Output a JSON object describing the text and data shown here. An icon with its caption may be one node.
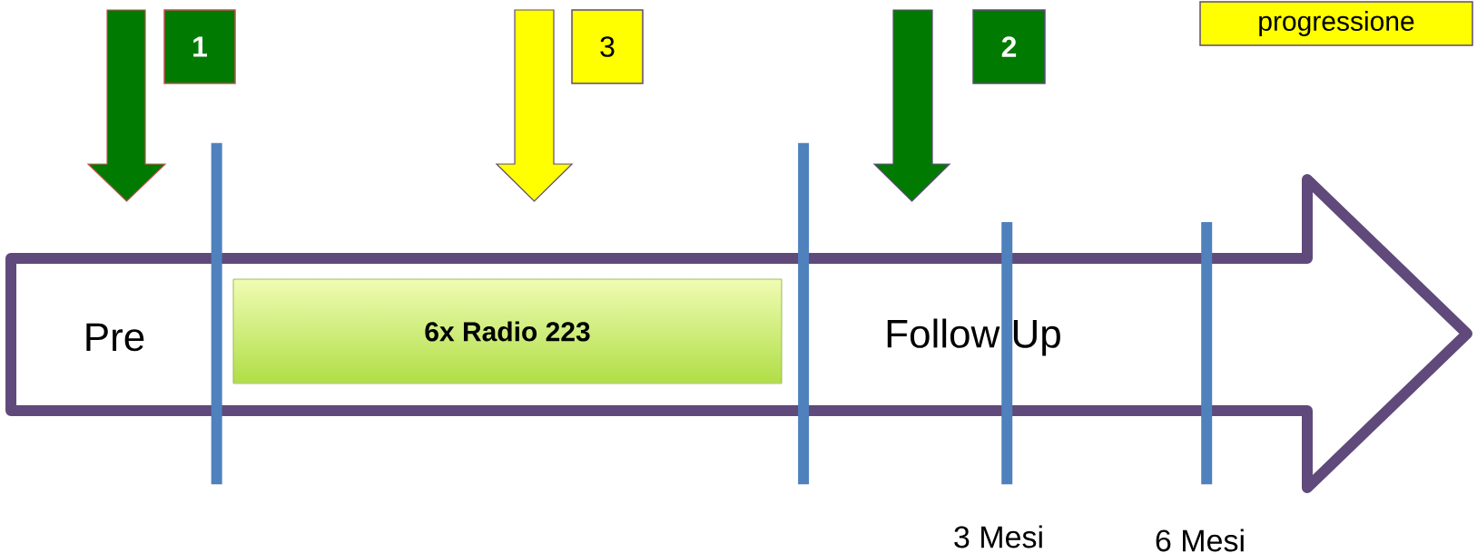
{
  "diagram": {
    "nodes": [
      {
        "text": [
          "1"
        ]
      },
      {
        "text": [
          "3"
        ]
      },
      {
        "text": [
          "2"
        ]
      },
      {
        "text": [
          "progressione"
        ]
      },
      {
        "text": [],
        "shape": "arrow"
      },
      {
        "text": [
          "6x Radio 223"
        ],
        "in": 4
      }
    ],
    "labels": [
      "Pre",
      "Follow Up",
      "3 Mesi",
      "6 Mesi"
    ]
  }
}
